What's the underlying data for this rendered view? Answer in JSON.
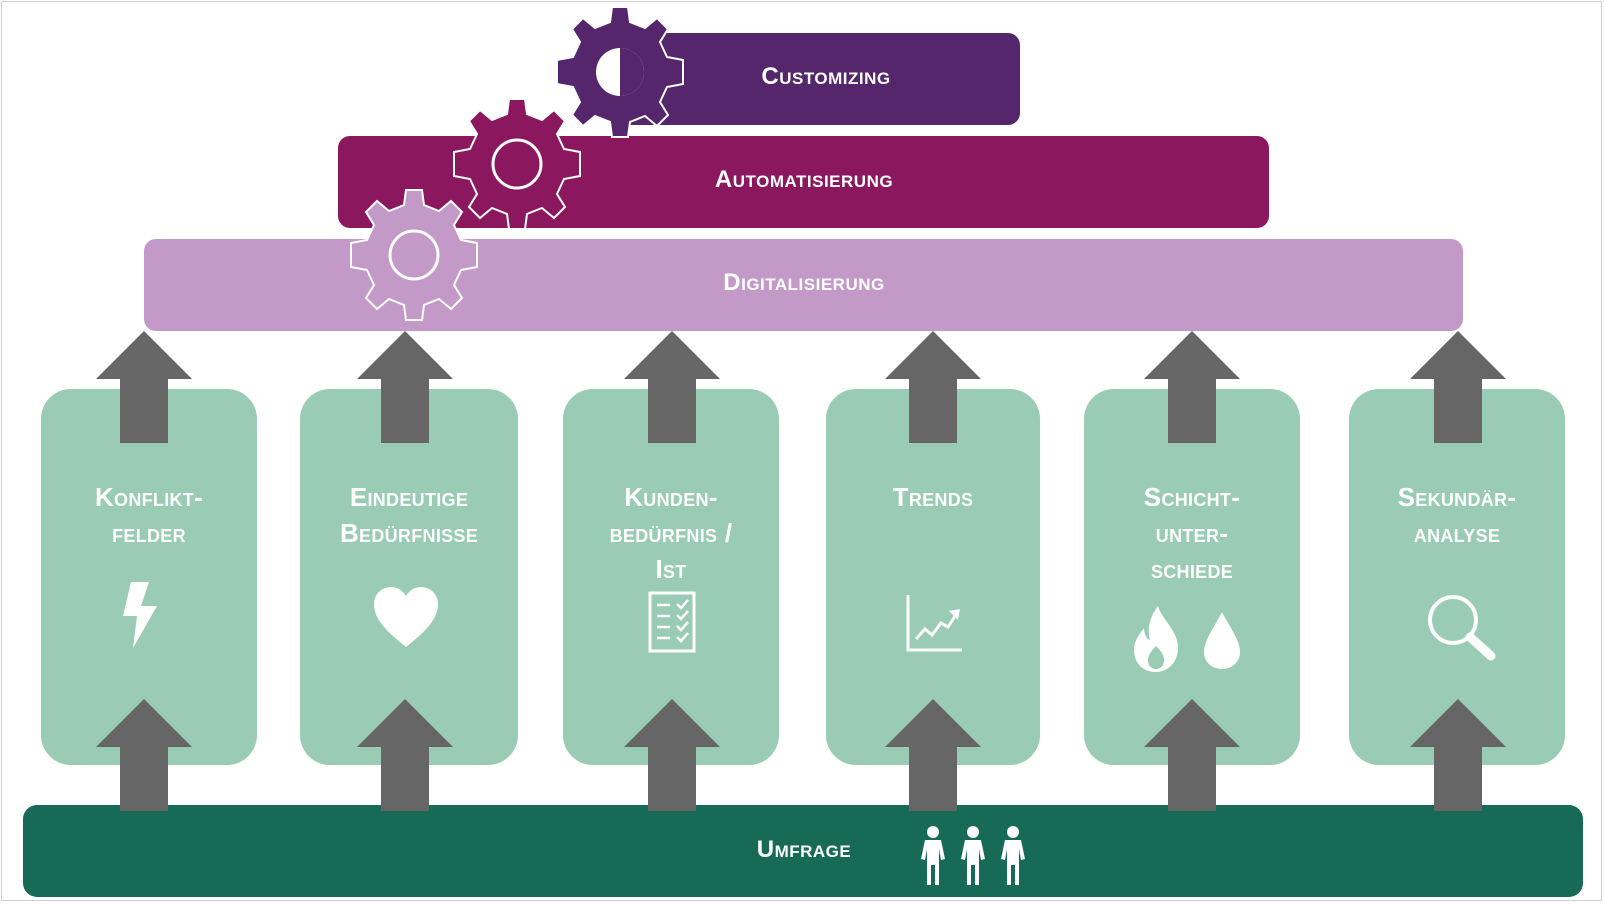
{
  "layers": {
    "customizing": {
      "label": "Customizing",
      "color": "#55266c"
    },
    "automatisierung": {
      "label": "Automatisierung",
      "color": "#8b185e"
    },
    "digitalisierung": {
      "label": "Digitalisierung",
      "color": "#c299c7"
    }
  },
  "pillars": [
    {
      "label": "Konflikt-\nfelder",
      "icon": "lightning-icon"
    },
    {
      "label": "Eindeutige\nBedürfnisse",
      "icon": "heart-icon"
    },
    {
      "label": "Kunden-\nbedürfnis /\nIst",
      "icon": "checklist-icon"
    },
    {
      "label": "Trends",
      "icon": "trend-chart-icon"
    },
    {
      "label": "Schicht-\nunter-\nschiede",
      "icon": "fire-water-icon"
    },
    {
      "label": "Sekundär-\nanalyse",
      "icon": "magnifier-icon"
    }
  ],
  "base": {
    "label": "Umfrage",
    "color": "#166a56",
    "icon": "people-icon"
  },
  "colors": {
    "pillar": "#99cbb5",
    "arrow": "#666666"
  }
}
